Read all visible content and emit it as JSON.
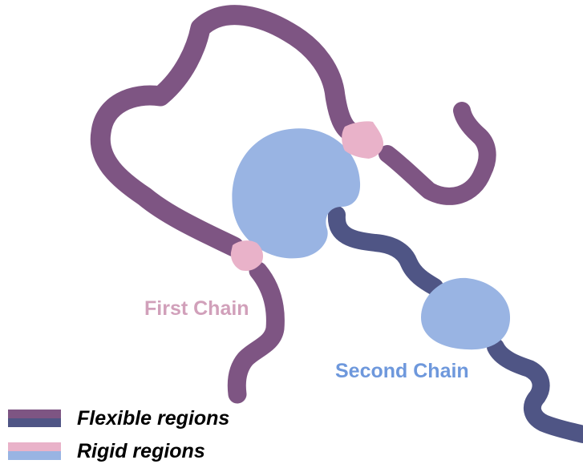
{
  "labels": {
    "first_chain": "First Chain",
    "second_chain": "Second Chain"
  },
  "legend": {
    "flexible": "Flexible regions",
    "rigid": "Rigid regions"
  },
  "colors": {
    "first_chain_flexible": "#7e5583",
    "second_chain_flexible": "#4f5585",
    "first_chain_rigid": "#e9b2c9",
    "second_chain_rigid": "#99b4e3",
    "first_chain_label": "#d1a0ba",
    "second_chain_label": "#6e98dc"
  }
}
